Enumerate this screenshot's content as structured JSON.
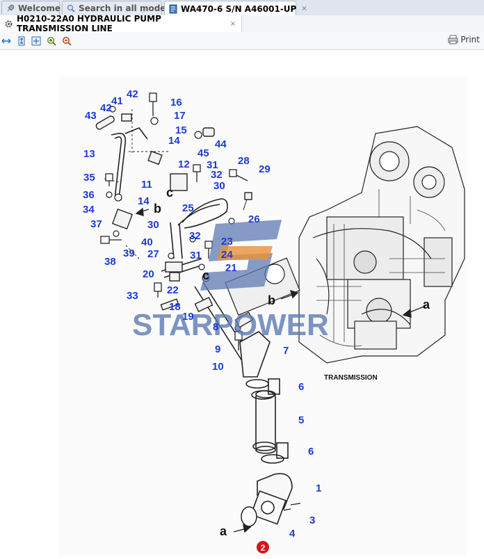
{
  "tabs": [
    {
      "label": "Welcome",
      "icon": "rocket-icon"
    },
    {
      "label": "Search in all models",
      "icon": "search-icon"
    },
    {
      "label": "WA470-6 S/N A46001-UP",
      "icon": "document-icon",
      "close": "×"
    }
  ],
  "subtab": {
    "label": "H0210-22A0 HYDRAULIC PUMP TRANSMISSION LINE",
    "icon": "gear-icon",
    "close": "×"
  },
  "toolbar": {
    "buttons": [
      "fit-width-icon",
      "fit-height-icon",
      "fit-page-icon",
      "zoom-in-icon",
      "zoom-out-icon"
    ],
    "print_label": "Print"
  },
  "diagram": {
    "transmission_label": "TRANSMISSION",
    "watermark": {
      "brand_left": "STARPOW",
      "brand_e": "E",
      "brand_right": "R"
    },
    "callouts": [
      "1",
      "2",
      "3",
      "4",
      "5",
      "6",
      "6",
      "7",
      "8",
      "9",
      "10",
      "11",
      "12",
      "13",
      "14",
      "14",
      "15",
      "16",
      "17",
      "18",
      "19",
      "20",
      "21",
      "22",
      "23",
      "24",
      "25",
      "26",
      "27",
      "28",
      "29",
      "30",
      "30",
      "31",
      "31",
      "32",
      "32",
      "33",
      "34",
      "35",
      "36",
      "37",
      "38",
      "39",
      "40",
      "41",
      "42",
      "42",
      "43",
      "44",
      "45"
    ],
    "letters": [
      "a",
      "a",
      "b",
      "b",
      "c",
      "c"
    ],
    "highlight_badge": "2"
  }
}
